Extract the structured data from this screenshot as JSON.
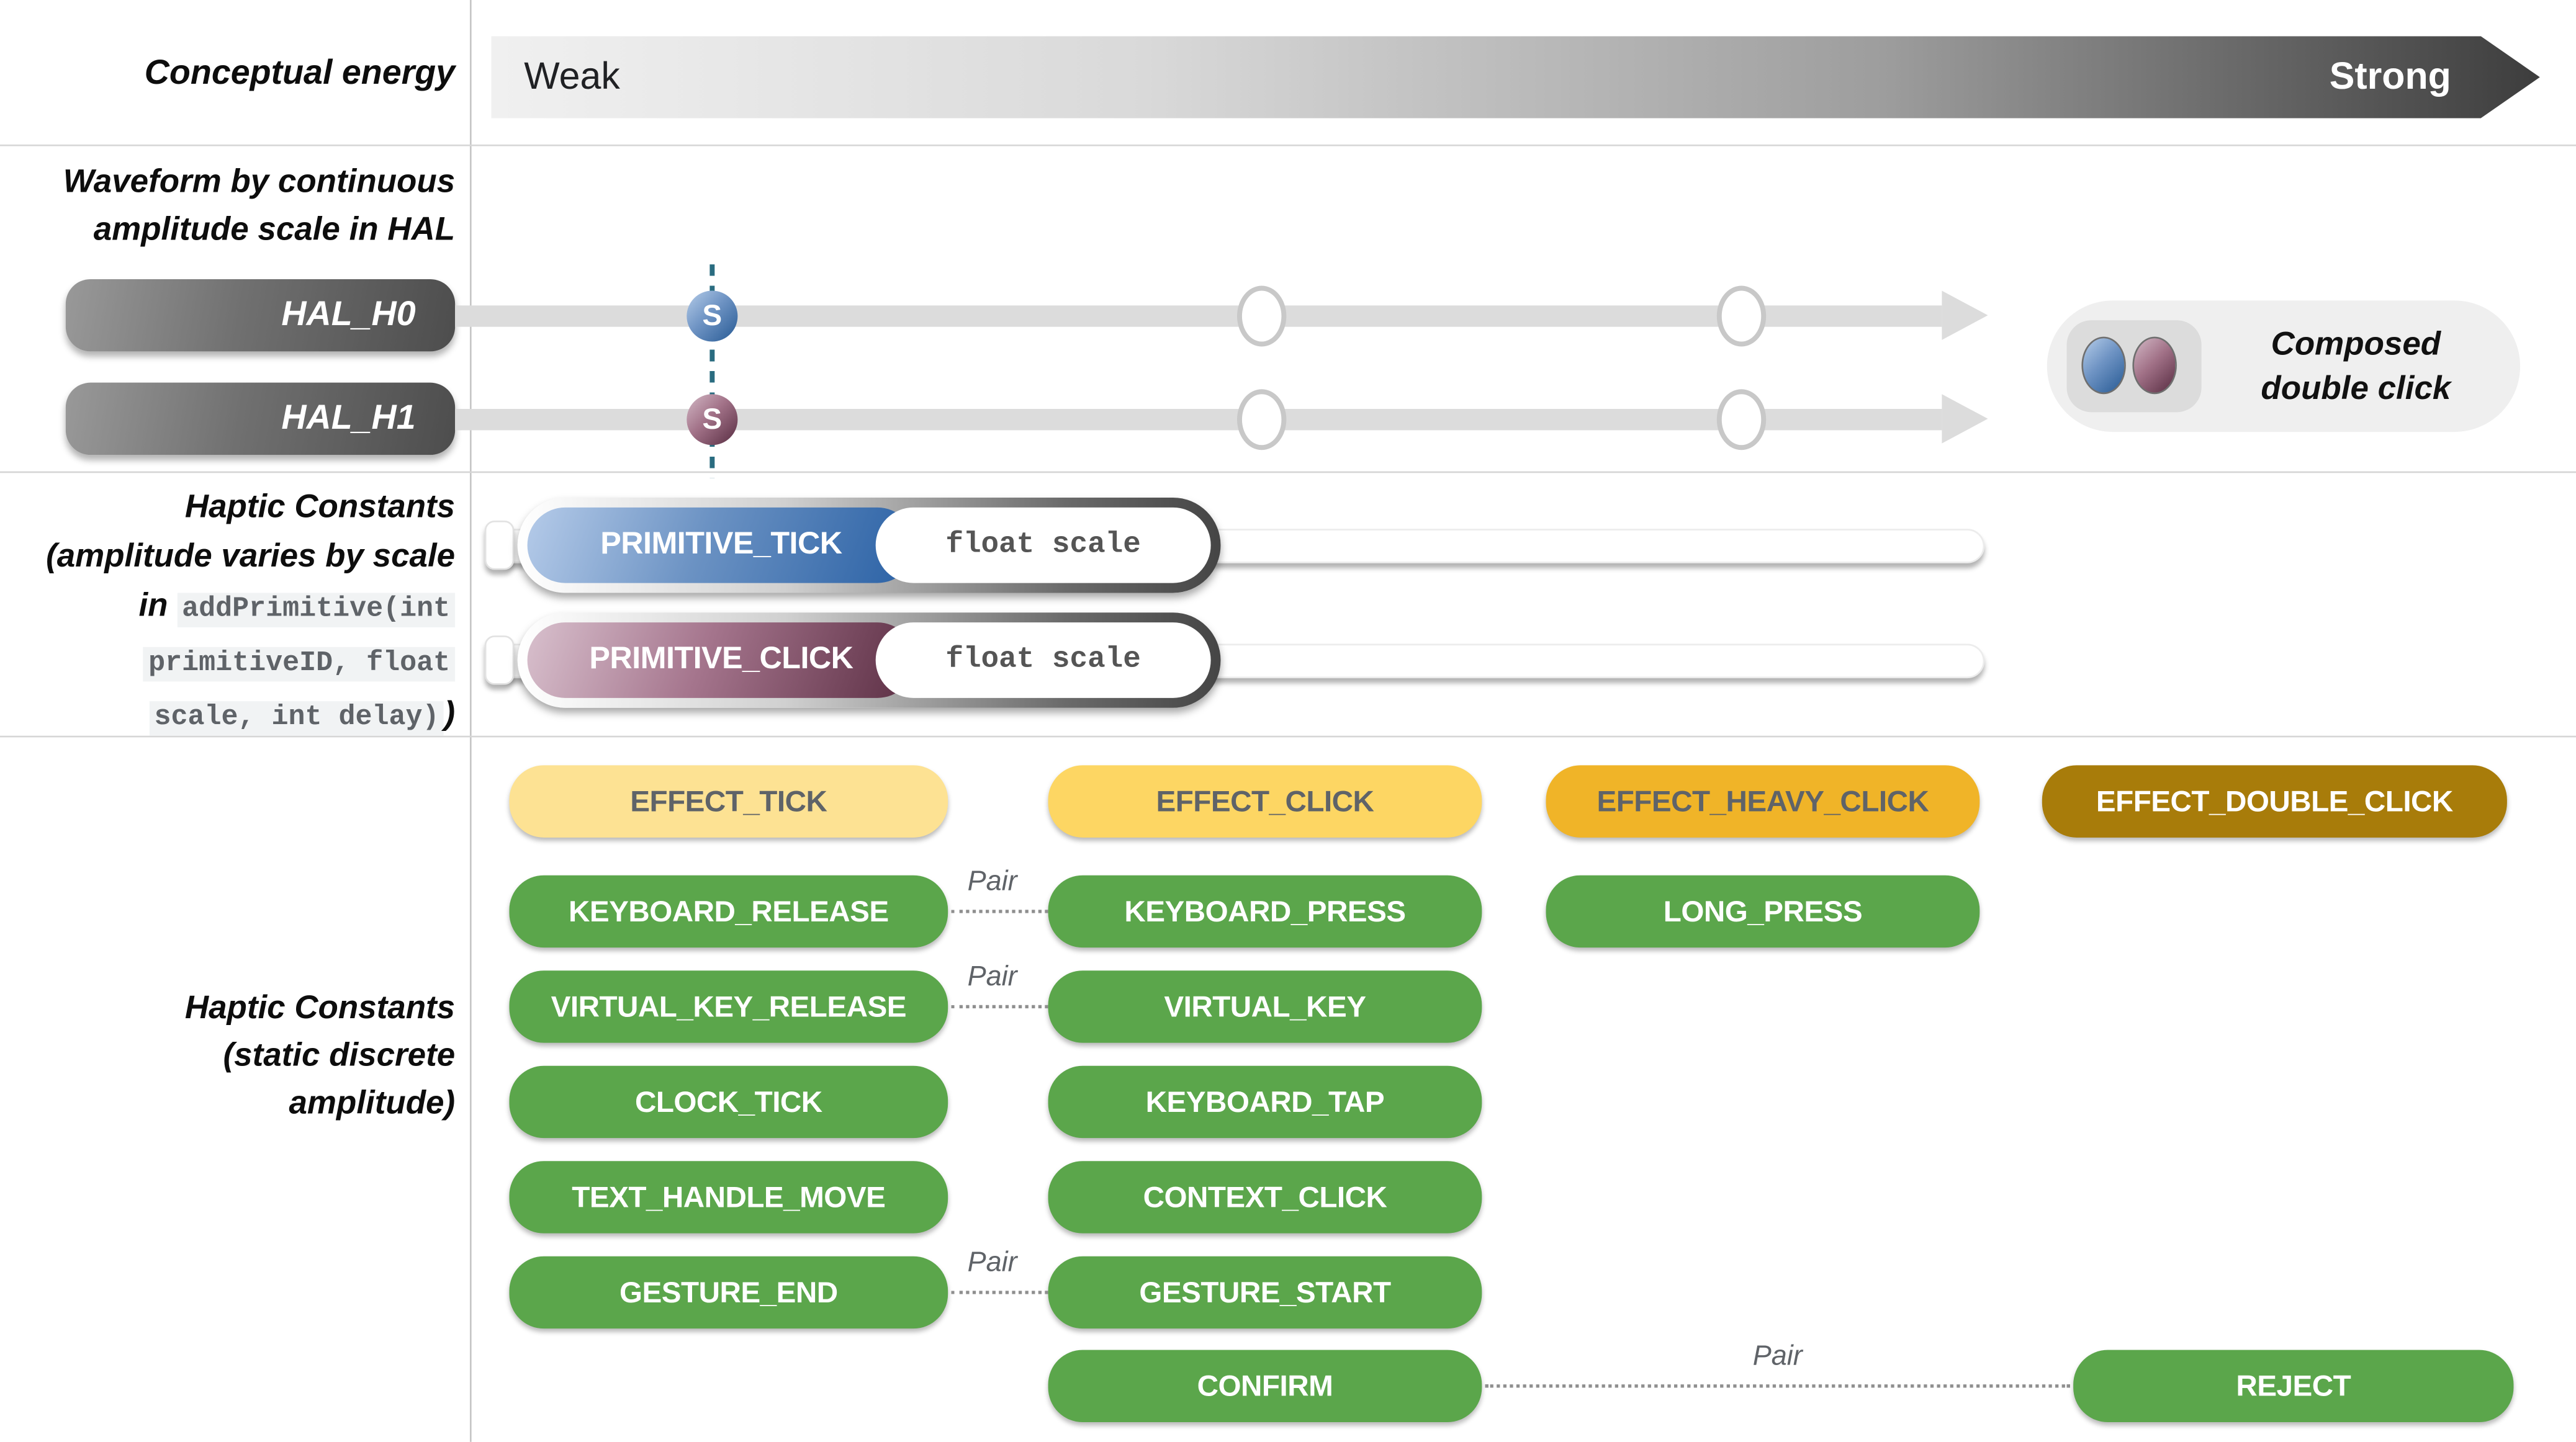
{
  "header": {
    "left_label": "Conceptual energy",
    "weak": "Weak",
    "strong": "Strong"
  },
  "hal": {
    "section_label": [
      "Waveform by continuous",
      "amplitude scale in HAL"
    ],
    "rows": [
      {
        "label": "HAL_H0"
      },
      {
        "label": "HAL_H1"
      }
    ],
    "marker_letter": "S",
    "composed": [
      "Composed",
      "double click"
    ]
  },
  "primitives": {
    "title": "Haptic Constants",
    "subtitle": "(amplitude varies by scale",
    "in_word": "in",
    "code": [
      "addPrimitive(int",
      "primitiveID, float",
      "scale, int delay)"
    ],
    "close_paren": ")",
    "rows": [
      {
        "name": "PRIMITIVE_TICK",
        "param": "float scale"
      },
      {
        "name": "PRIMITIVE_CLICK",
        "param": "float scale"
      }
    ]
  },
  "constants": {
    "label": [
      "Haptic Constants",
      "(static discrete",
      "amplitude)"
    ],
    "pair_label": "Pair",
    "buttons": {
      "effect_tick": "EFFECT_TICK",
      "effect_click": "EFFECT_CLICK",
      "effect_heavy_click": "EFFECT_HEAVY_CLICK",
      "effect_double_click": "EFFECT_DOUBLE_CLICK",
      "keyboard_release": "KEYBOARD_RELEASE",
      "keyboard_press": "KEYBOARD_PRESS",
      "long_press": "LONG_PRESS",
      "virtual_key_release": "VIRTUAL_KEY_RELEASE",
      "virtual_key": "VIRTUAL_KEY",
      "clock_tick": "CLOCK_TICK",
      "keyboard_tap": "KEYBOARD_TAP",
      "text_handle_move": "TEXT_HANDLE_MOVE",
      "context_click": "CONTEXT_CLICK",
      "gesture_end": "GESTURE_END",
      "gesture_start": "GESTURE_START",
      "confirm": "CONFIRM",
      "reject": "REJECT"
    }
  },
  "colors": {
    "green": "#5ba64b",
    "yellow_light": "#fde293",
    "yellow_mid": "#fdd663",
    "amber": "#f0b428",
    "gold_dark": "#a87c0a",
    "blue_dark": "#275a94",
    "maroon": "#572c41",
    "teal_dash": "#2a6c80",
    "track_gray": "#dcdcdc"
  }
}
